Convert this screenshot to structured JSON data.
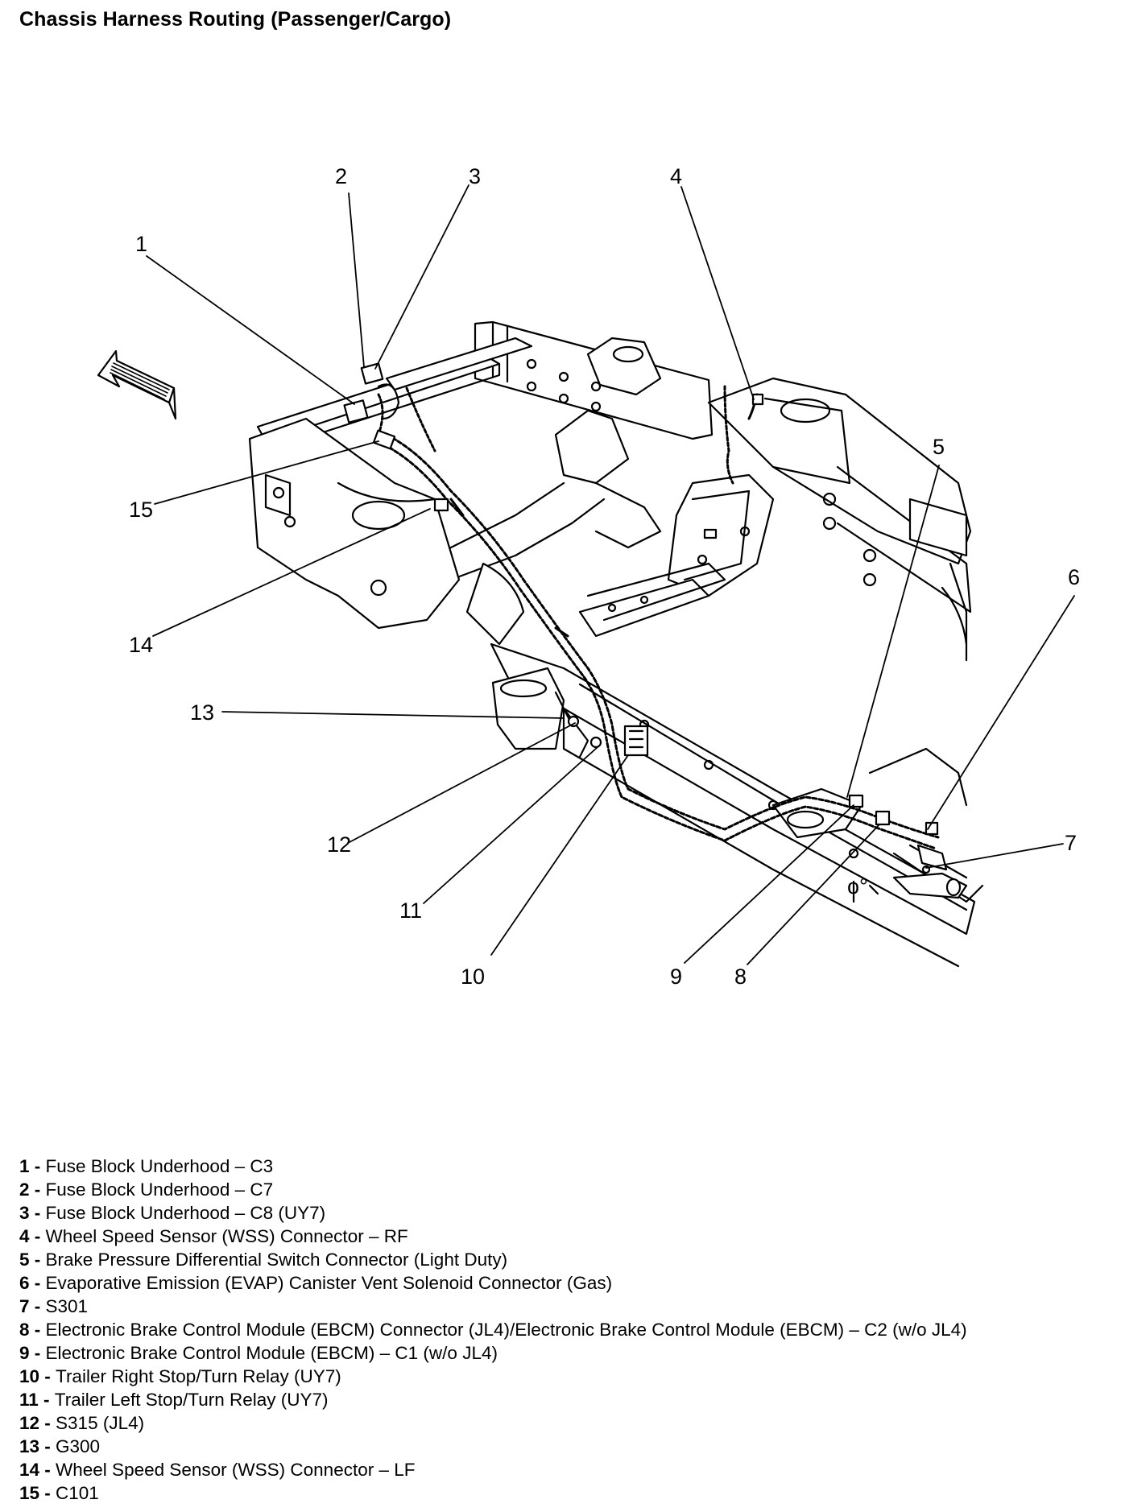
{
  "title": "Chassis Harness Routing (Passenger/Cargo)",
  "callouts": [
    {
      "num": "1",
      "text": "Fuse Block Underhood – C3"
    },
    {
      "num": "2",
      "text": "Fuse Block Underhood – C7"
    },
    {
      "num": "3",
      "text": "Fuse Block Underhood – C8 (UY7)"
    },
    {
      "num": "4",
      "text": "Wheel Speed Sensor (WSS) Connector – RF"
    },
    {
      "num": "5",
      "text": "Brake Pressure Differential Switch Connector (Light Duty)"
    },
    {
      "num": "6",
      "text": "Evaporative Emission (EVAP) Canister Vent Solenoid Connector (Gas)"
    },
    {
      "num": "7",
      "text": "S301"
    },
    {
      "num": "8",
      "text": "Electronic Brake Control Module (EBCM) Connector (JL4)/Electronic Brake Control Module (EBCM) – C2 (w/o JL4)"
    },
    {
      "num": "9",
      "text": "Electronic Brake Control Module (EBCM) – C1 (w/o JL4)"
    },
    {
      "num": "10",
      "text": "Trailer Right Stop/Turn Relay (UY7)"
    },
    {
      "num": "11",
      "text": "Trailer Left Stop/Turn Relay (UY7)"
    },
    {
      "num": "12",
      "text": "S315 (JL4)"
    },
    {
      "num": "13",
      "text": "G300"
    },
    {
      "num": "14",
      "text": "Wheel Speed Sensor (WSS) Connector – LF"
    },
    {
      "num": "15",
      "text": "C101"
    }
  ]
}
